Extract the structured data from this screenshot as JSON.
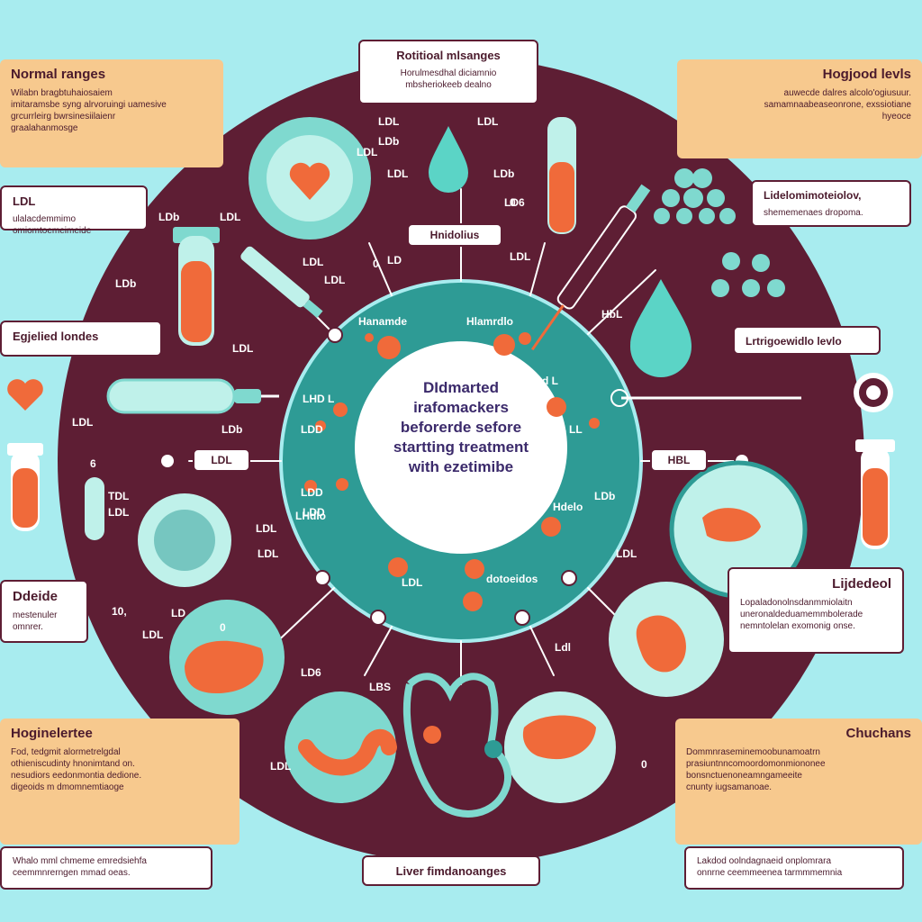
{
  "center": {
    "lines": [
      "DIdmarted",
      "irafomackers",
      "beforerde sefore",
      "startting treatment",
      "with ezetimibe"
    ]
  },
  "boxes": {
    "normal_ranges": {
      "title": "Normal ranges",
      "body": "Wilabn bragbtuhaiosaiem\nimitaramsbe syng alrvoruingi uamesive\ngrcurrleirg bwrsinesiilaienr\ngraalahanmosge"
    },
    "top_center": {
      "title": "Rotitioal mlsanges",
      "body": "Horulmesdhal diciamnio\nmbsheriokeeb dealno"
    },
    "high_levels": {
      "title": "Hogjood levls",
      "body": "auwecde dalres alcolo'ogiusuur.\nsamamnaabeaseonrone, exssiotiane\nhyeoce"
    },
    "ldl_left": {
      "title": "LDL",
      "body": "ulalacdemmimo\nomiomtoemeimeide"
    },
    "lipid_right": {
      "title": "Lidelomimoteiolov,",
      "body": "shememenaes dropoma."
    },
    "elevated": {
      "title": "Egjelied londes",
      "body": ""
    },
    "triglyceride": {
      "title": "Lrtrigoewidlo levlo",
      "body": ""
    },
    "lipidol_right": {
      "title": "Lijdedeol",
      "body": "Lopaladonolnsdanmmiolaitn\nuneronaldeduamemmbolerade\nnemntolelan exomonig onse."
    },
    "decide": {
      "title": "Ddeide",
      "body": "mestenuler\nomnrer."
    },
    "hoginelertee": {
      "title": "Hoginelertee",
      "body": "Fod, tedgmit alormetrelgdal\nothieniscudinty hnonimtand on.\nnesudiors eedonmontia dedione.\ndigeoids m dmomnemtiaoge"
    },
    "chuchans": {
      "title": "Chuchans",
      "body": "Dommnraseminemoobunamoatrn\nprasiuntnncomoordomonmiononee\nbonsnctuenoneamngameeite\ncnunty iugsamanoae."
    },
    "bottom_left": {
      "title": "",
      "body": "Whalo mml chmeme emredsiehfa\nceemmnrerngen mmad oeas."
    },
    "liver": {
      "title": "Liver fimdanoanges",
      "body": ""
    },
    "bottom_right": {
      "title": "",
      "body": "Lakdod oolndagnaeid onplomrara\nonnrne ceemmeenea tarmmmemnia"
    }
  },
  "pills": {
    "hdl_label": "Hnidolius",
    "ldl_left": "LDL",
    "hbl_right": "HBL"
  },
  "labels": [
    "LDL",
    "LDb",
    "LDL",
    "LDL",
    "LD",
    "LDb",
    "LDL",
    "LDL",
    "LDb",
    "LDL",
    "LD6",
    "LDb",
    "LDL",
    "LDL",
    "HbL",
    "LDL",
    "LDL",
    "LDb",
    "TDL",
    "LDL",
    "LDL",
    "LDL",
    "LD",
    "LDL",
    "LD6",
    "LBS",
    "LDb",
    "LDL",
    "Ldl",
    "LDL",
    "0",
    "0",
    "0",
    "10,",
    "6",
    "0",
    "Hanamde",
    "Hlamrdlo",
    "LHD L",
    "LDD",
    "LDD",
    "LDD",
    "LDd L",
    "LD4 LL",
    "LHdlo",
    "Hdelo",
    "LDL",
    "dotoeidos"
  ],
  "colors": {
    "background": "#a8ecef",
    "ring_dark": "#5e1e34",
    "ring_teal": "#2e9b95",
    "center_white": "#ffffff",
    "accent_orange": "#f06a3a",
    "panel_orange": "#f7c98e",
    "teal_light": "#7fd9cf"
  },
  "icons": [
    "heart-icon",
    "blood-drop-icon",
    "test-tube-icon",
    "syringe-icon",
    "pill-icon",
    "liver-icon",
    "stethoscope-icon",
    "cell-icon",
    "target-icon"
  ]
}
